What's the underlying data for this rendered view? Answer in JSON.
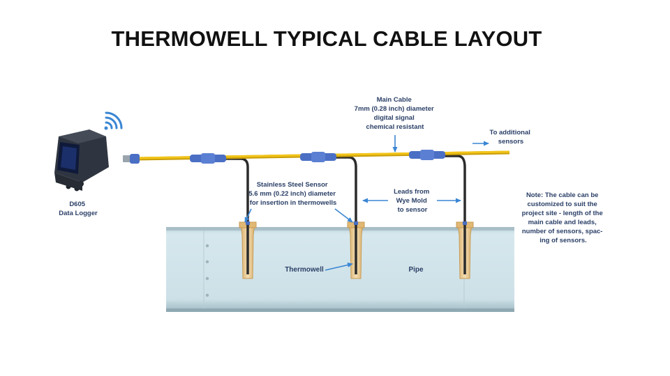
{
  "title": "THERMOWELL TYPICAL CABLE LAYOUT",
  "logger": {
    "name": "D605",
    "subtitle": "Data Logger"
  },
  "main_cable": {
    "line1": "Main Cable",
    "line2": "7mm (0.28 inch) diameter",
    "line3": "digital signal",
    "line4": "chemical resistant"
  },
  "additional": {
    "line1": "To additional",
    "line2": "sensors"
  },
  "sensor": {
    "line1": "Stainless Steel Sensor",
    "line2": "5.6 mm (0.22 inch) diameter",
    "line3": "for insertion in thermowells"
  },
  "leads": {
    "line1": "Leads from",
    "line2": "Wye Mold",
    "line3": "to sensor"
  },
  "note": {
    "line1": "Note: The cable can be",
    "line2": "customized to suit the",
    "line3": "project site - length of the",
    "line4": "main cable and leads,",
    "line5": "number of sensors,  spac-",
    "line6": "ing of sensors."
  },
  "thermowell_label": "Thermowell",
  "pipe_label": "Pipe",
  "colors": {
    "cable": "#f2c418",
    "connector": "#4a6fc4",
    "lead": "#2b2b2b",
    "pipe": "#cfe3ea",
    "thermowell": "#e6c48f",
    "annotation": "#2a3f66",
    "arrow": "#3a86d4"
  }
}
